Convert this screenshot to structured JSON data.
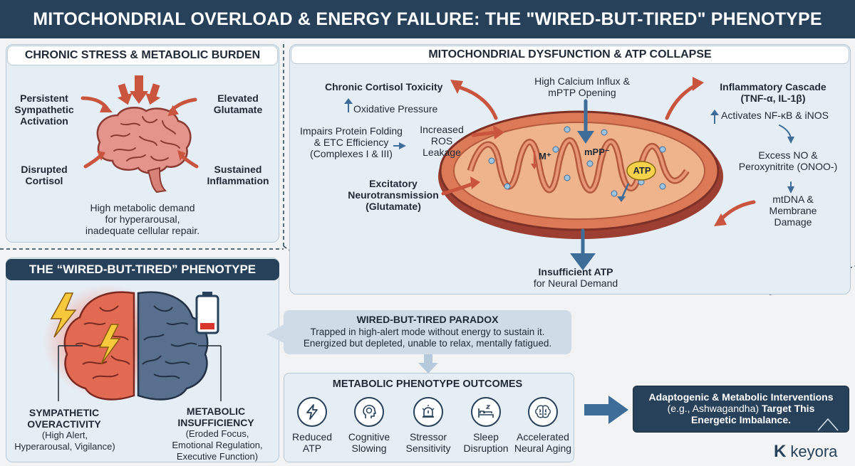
{
  "title": "MITOCHONDRIAL OVERLOAD & ENERGY FAILURE: THE \"WIRED-BUT-TIRED\" PHENOTYPE",
  "stress_panel": {
    "header": "CHRONIC STRESS & METABOLIC BURDEN",
    "labels": {
      "persistent_sympathetic": "Persistent\nSympathetic\nActivation",
      "elevated_glutamate": "Elevated\nGlutamate",
      "disrupted_cortisol": "Disrupted\nCortisol",
      "sustained_inflammation": "Sustained\nInflammation"
    },
    "caption": "High metabolic demand\nfor hyperarousal,\ninadequate cellular repair."
  },
  "mito_panel": {
    "header": "MITOCHONDRIAL DYSFUNCTION & ATP COLLAPSE",
    "cortisol_title": "Chronic Cortisol Toxicity",
    "oxidative": "Oxidative Pressure",
    "impairs": "Impairs Protein Folding\n& ETC Efficiency\n(Complexes I & III)",
    "ros": "Increased\nROS\nLeakage",
    "excitatory": "Excitatory\nNeurotransmission\n(Glutamate)",
    "calcium": "High Calcium Influx &\nmPTP Opening",
    "inflammatory_title": "Inflammatory Cascade\n(TNF-α, IL-1β)",
    "nfkb": "Activates NF-κB & iNOS",
    "no": "Excess NO &\nPeroxynitrite (ONOO-)",
    "mtdna": "mtDNA &\nMembrane\nDamage",
    "m_plus": "M⁺",
    "mpp": "mPP⁻",
    "atp": "ATP",
    "insufficient_title": "Insufficient ATP",
    "insufficient_sub": "for Neural Demand"
  },
  "phenotype_panel": {
    "header": "THE “WIRED-BUT-TIRED” PHENOTYPE",
    "sympathetic_title": "SYMPATHETIC\nOVERACTIVITY",
    "sympathetic_sub": "(High Alert,\nHyperarousal, Vigilance)",
    "metabolic_title": "METABOLIC\nINSUFFICIENCY",
    "metabolic_sub": "(Eroded Focus,\nEmotional Regulation,\nExecutive Function)"
  },
  "paradox": {
    "title": "WIRED-BUT-TIRED PARADOX",
    "text": "Trapped in high-alert mode without energy to sustain it.\nEnergized but depleted, unable to relax, mentally fatigued."
  },
  "outcomes": {
    "header": "METABOLIC PHENOTYPE OUTCOMES",
    "items": [
      {
        "label": "Reduced\nATP",
        "icon": "lightning-icon"
      },
      {
        "label": "Cognitive\nSlowing",
        "icon": "head-brain-icon"
      },
      {
        "label": "Stressor\nSensitivity",
        "icon": "alarm-icon"
      },
      {
        "label": "Sleep\nDisruption",
        "icon": "bed-icon"
      },
      {
        "label": "Accelerated\nNeural Aging",
        "icon": "brain-icon"
      }
    ]
  },
  "intervention": {
    "line1": "Adaptogenic & Metabolic Interventions",
    "line2_normal": "(e.g., Ashwagandha)",
    "line2_bold": "Target This",
    "line3": "Energetic Imbalance."
  },
  "brand": {
    "name": "keyora",
    "mark": "K"
  },
  "colors": {
    "navy": "#27415a",
    "panel": "#e6eef5",
    "arrow_red": "#c9553f",
    "arrow_blue": "#3f6d9a",
    "mito_orange": "#dc7a58"
  }
}
